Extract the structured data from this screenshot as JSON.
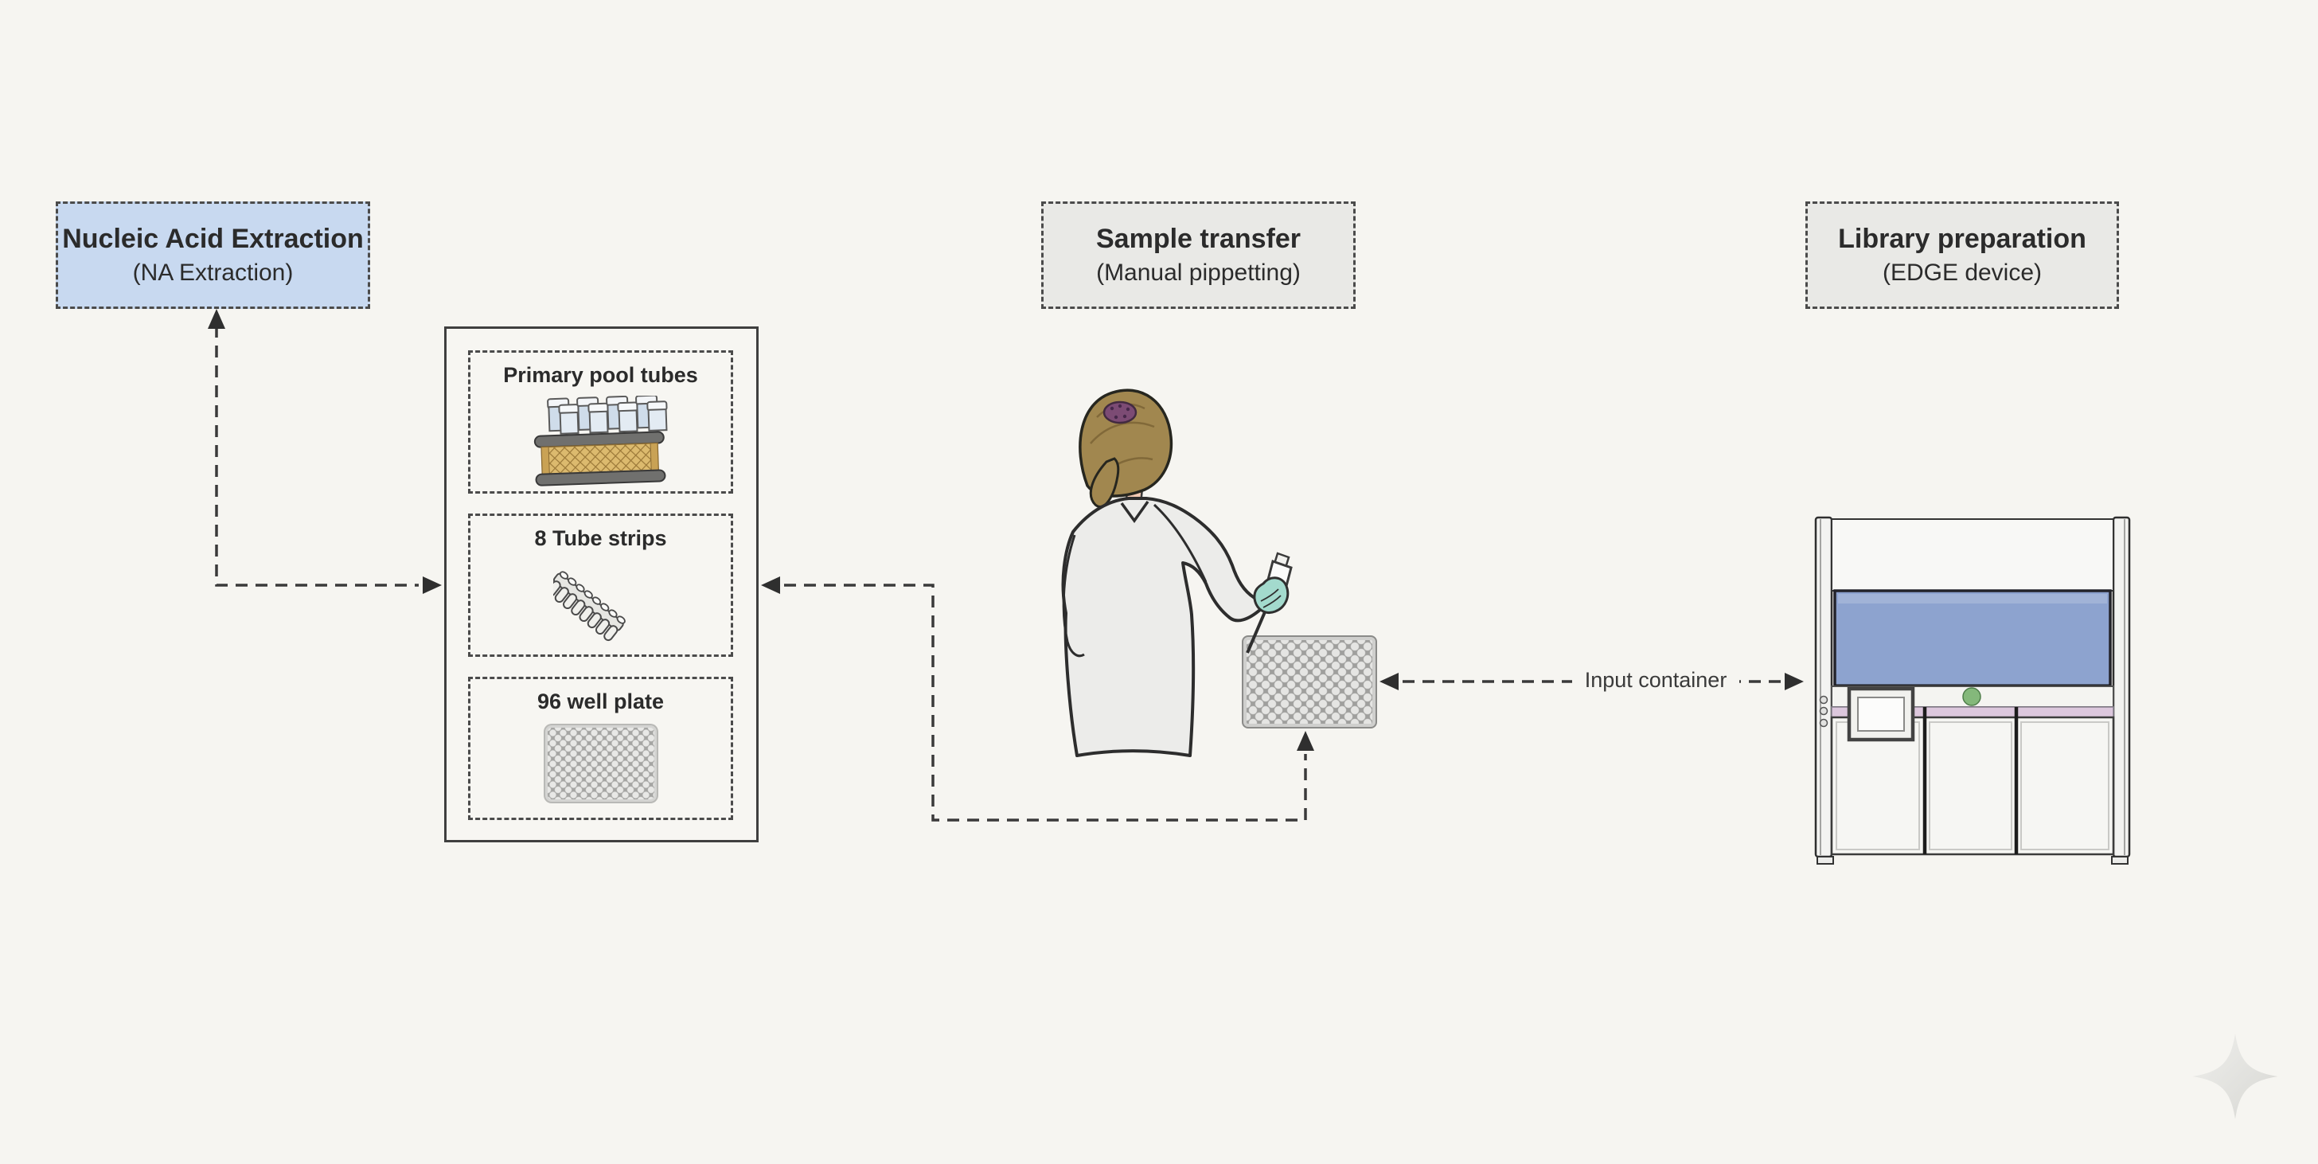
{
  "stages": {
    "nucleic_acid_extraction": {
      "title": "Nucleic Acid Extraction",
      "subtitle": "(NA Extraction)",
      "fill": "#c8d9f0"
    },
    "sample_transfer": {
      "title": "Sample transfer",
      "subtitle": "(Manual pippetting)",
      "fill": "#e9e9e6"
    },
    "library_preparation": {
      "title": "Library preparation",
      "subtitle": "(EDGE device)",
      "fill": "#e9e9e6"
    }
  },
  "labware_panel": {
    "items": [
      {
        "label": "Primary pool tubes",
        "icon": "tube-rack-icon"
      },
      {
        "label": "8 Tube strips",
        "icon": "tube-strip-icon"
      },
      {
        "label": "96 well plate",
        "icon": "well-plate-icon"
      }
    ]
  },
  "connections": [
    {
      "between": [
        "labware_panel",
        "nucleic_acid_extraction_box"
      ],
      "style": "dashed",
      "bidirectional": true
    },
    {
      "between": [
        "labware_panel",
        "sample_plate"
      ],
      "style": "dashed",
      "bidirectional": true
    },
    {
      "between": [
        "sample_plate",
        "edge_device"
      ],
      "style": "dashed",
      "bidirectional": true,
      "label": "Input container"
    }
  ],
  "illustrations": {
    "scientist": "scientist pipetting into 96-well plate",
    "device": "EDGE library preparation instrument",
    "watermark": "sparkle"
  },
  "colors": {
    "background": "#f6f5f1",
    "stage_blue": "#c8d9f0",
    "stage_gray": "#e9e9e6",
    "dashed_line": "#3a3a3a",
    "device_window_blue": "#8da3cf",
    "device_stripe_pink": "#dcc7dd",
    "device_button_green": "#84b87b",
    "rack_body_tan": "#dcba6e",
    "hair_brown": "#a1874f",
    "scrunchie_purple": "#7c4b74",
    "glove_teal": "#a3dacd",
    "coat_white": "#ececea",
    "plate_gray": "#9f9f9d"
  }
}
